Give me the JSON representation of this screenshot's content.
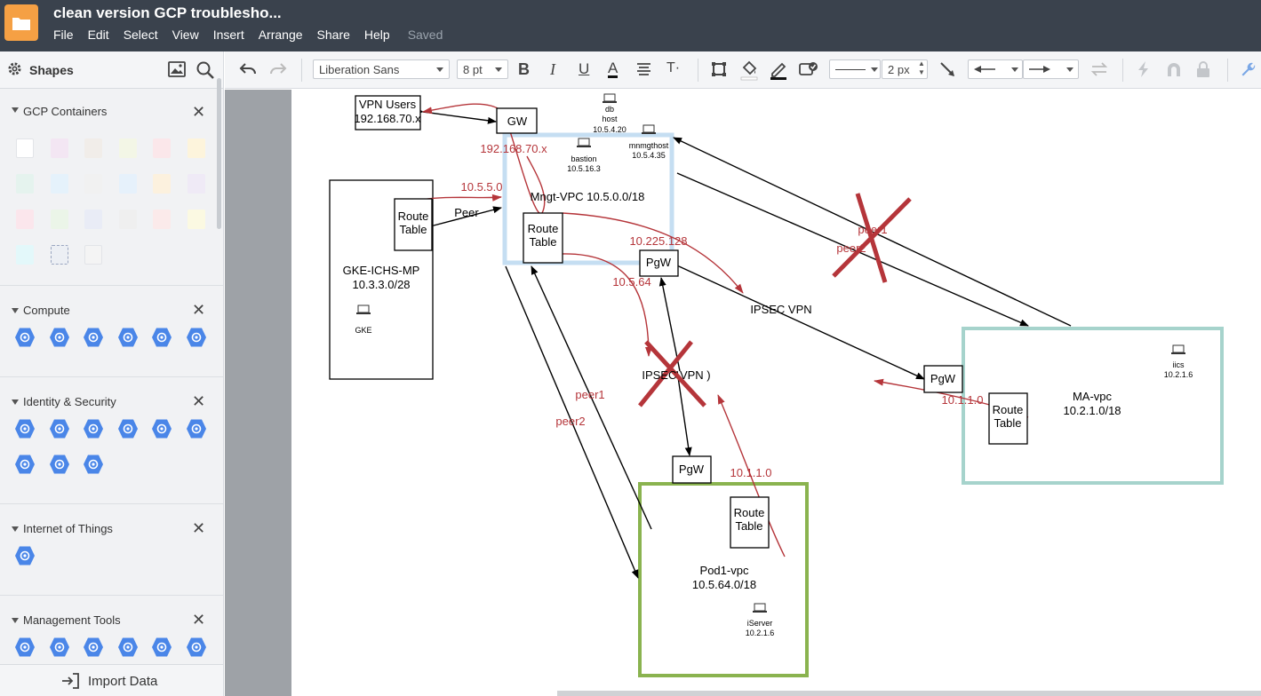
{
  "header": {
    "title": "clean version GCP troublesho...",
    "menu": [
      "File",
      "Edit",
      "Select",
      "View",
      "Insert",
      "Arrange",
      "Share",
      "Help"
    ],
    "status": "Saved"
  },
  "shapes_panel": {
    "title": "Shapes",
    "sections": [
      {
        "name": "GCP Containers"
      },
      {
        "name": "Compute"
      },
      {
        "name": "Identity & Security"
      },
      {
        "name": "Internet of Things"
      },
      {
        "name": "Management Tools"
      }
    ],
    "import_label": "Import Data",
    "container_swatches": [
      "#ffffff",
      "#f3e6f3",
      "#f1ede9",
      "#f3f6e6",
      "#fbe7ea",
      "#fdf4dc",
      "#e5f3ee",
      "#e5f2fb",
      "#f1f1f1",
      "#e6f1fb",
      "#fcf1de",
      "#efeaf6",
      "#fbe6ec",
      "#ebf5e8",
      "#e9ecf6",
      "#efefef",
      "#fbeaea",
      "#fbf9e2",
      "#e3f8fa",
      "#eceff4",
      "#f4f4f4"
    ],
    "icon_color": "#4a86e8"
  },
  "toolbar": {
    "font": "Liberation Sans",
    "font_size": "8 pt",
    "line_width": "2 px"
  },
  "diagram": {
    "vpn_users": {
      "line1": "VPN Users",
      "line2": "192.168.70.x"
    },
    "gw": "GW",
    "db_host": {
      "l1": "db",
      "l2": "host",
      "l3": "10.5.4.20"
    },
    "bastion": {
      "l1": "bastion",
      "l2": "10.5.16.3"
    },
    "mnmgthost": {
      "l1": "mnmgthost",
      "l2": "10.5.4.35"
    },
    "mngt_vpc": "Mngt-VPC 10.5.0.0/18",
    "gke": {
      "l1": "GKE-ICHS-MP",
      "l2": "10.3.3.0/28",
      "icon": "GKE"
    },
    "route_table": {
      "l1": "Route",
      "l2": "Table"
    },
    "peer": "Peer",
    "pgw": "PgW",
    "ipsec_vpn": "IPSEC VPN",
    "ipsec_vpn2": "IPSEC VPN )",
    "peer1": "peer1",
    "peer2": "peer2",
    "ma_vpc": {
      "l1": "MA-vpc",
      "l2": "10.2.1.0/18"
    },
    "iics": {
      "l1": "iics",
      "l2": "10.2.1.6"
    },
    "pod1_vpc": {
      "l1": "Pod1-vpc",
      "l2": "10.5.64.0/18"
    },
    "iserver": {
      "l1": "iServer",
      "l2": "10.2.1.6"
    },
    "red_labels": {
      "r192": "192.168.70.x",
      "r1055": "10.5.5.0",
      "r10225": "10.225.128",
      "r1064": "10.5.64",
      "r1011a": "10.1.1.0",
      "r1011b": "10.1.1.0"
    },
    "colors": {
      "red": "#b5353a",
      "mngt_border": "#c5def2",
      "ma_border": "#a6d3cc",
      "pod_border": "#8ab34f"
    }
  }
}
